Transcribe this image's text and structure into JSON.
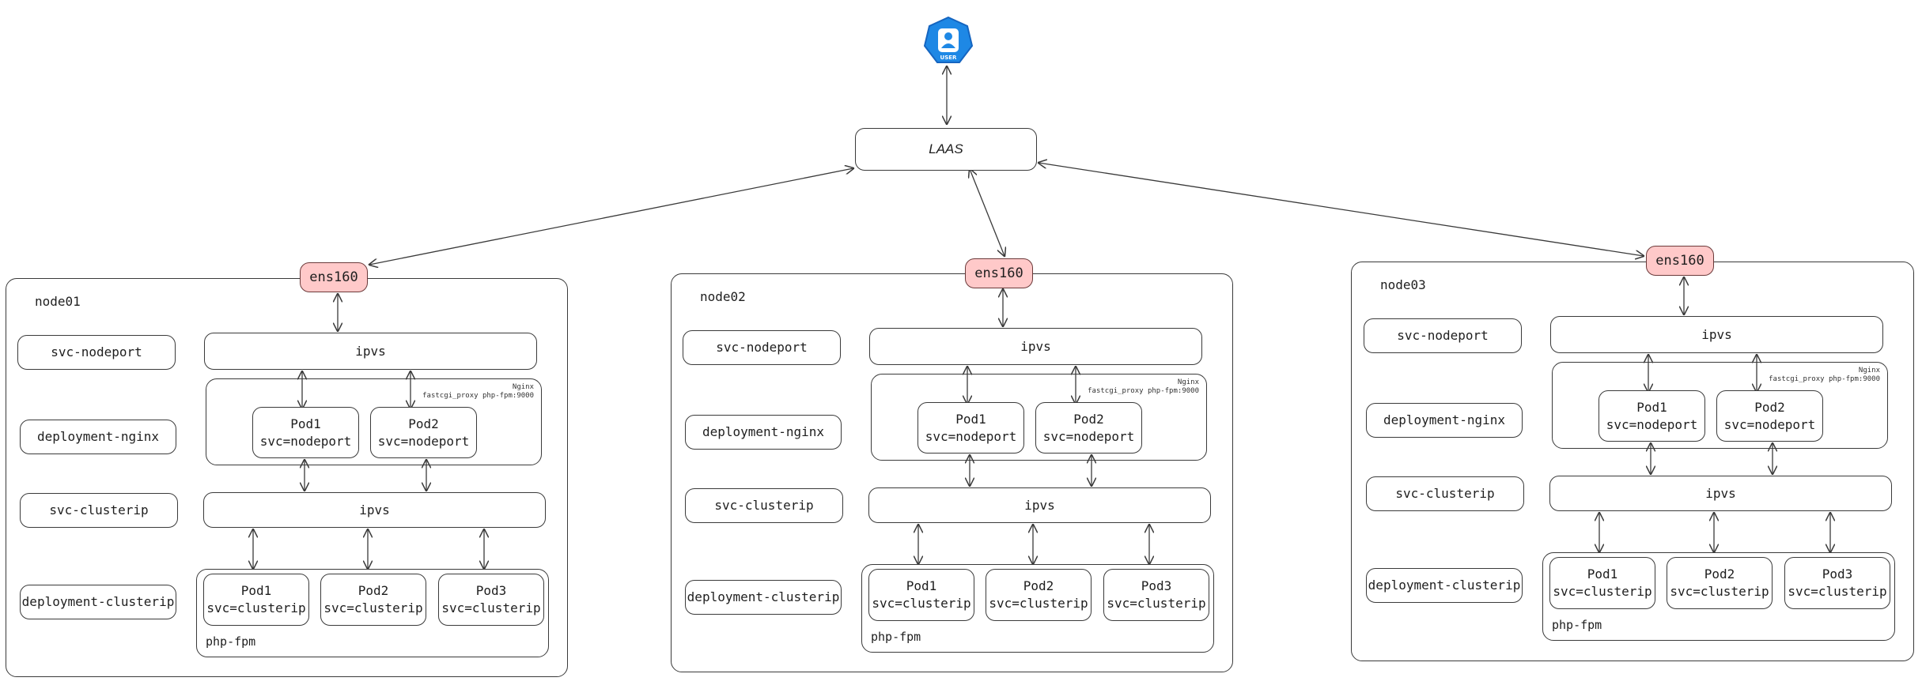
{
  "user_icon": {
    "label": "USER",
    "color": "#1e88e5"
  },
  "laas": {
    "label": "LAAS"
  },
  "nodes": [
    {
      "name": "node01",
      "ens": "ens160",
      "left_labels": [
        "svc-nodeport",
        "deployment-nginx",
        "svc-clusterip",
        "deployment-clusterip"
      ],
      "ipvs_top": "ipvs",
      "ipvs_bottom": "ipvs",
      "nginx_note": "Nginx\nfastcgi_proxy php-fpm:9000",
      "nginx_pods": [
        "Pod1\nsvc=nodeport",
        "Pod2\nsvc=nodeport"
      ],
      "php_pods": [
        "Pod1\nsvc=clusterip",
        "Pod2\nsvc=clusterip",
        "Pod3\nsvc=clusterip"
      ],
      "php_label": "php-fpm"
    },
    {
      "name": "node02",
      "ens": "ens160",
      "left_labels": [
        "svc-nodeport",
        "deployment-nginx",
        "svc-clusterip",
        "deployment-clusterip"
      ],
      "ipvs_top": "ipvs",
      "ipvs_bottom": "ipvs",
      "nginx_note": "Nginx\nfastcgi_proxy php-fpm:9000",
      "nginx_pods": [
        "Pod1\nsvc=nodeport",
        "Pod2\nsvc=nodeport"
      ],
      "php_pods": [
        "Pod1\nsvc=clusterip",
        "Pod2\nsvc=clusterip",
        "Pod3\nsvc=clusterip"
      ],
      "php_label": "php-fpm"
    },
    {
      "name": "node03",
      "ens": "ens160",
      "left_labels": [
        "svc-nodeport",
        "deployment-nginx",
        "svc-clusterip",
        "deployment-clusterip"
      ],
      "ipvs_top": "ipvs",
      "ipvs_bottom": "ipvs",
      "nginx_note": "Nginx\nfastcgi_proxy php-fpm:9000",
      "nginx_pods": [
        "Pod1\nsvc=nodeport",
        "Pod2\nsvc=nodeport"
      ],
      "php_pods": [
        "Pod1\nsvc=clusterip",
        "Pod2\nsvc=clusterip",
        "Pod3\nsvc=clusterip"
      ],
      "php_label": "php-fpm"
    }
  ]
}
